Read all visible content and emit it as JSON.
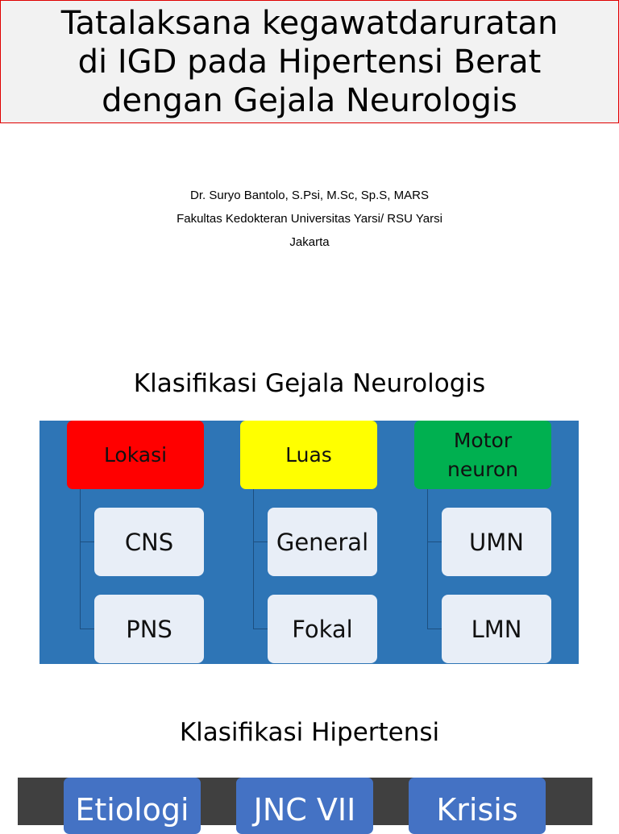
{
  "title": {
    "line1": "Tatalaksana kegawatdaruratan",
    "line2": "di IGD pada Hipertensi Berat",
    "line3": "dengan Gejala Neurologis"
  },
  "author": {
    "name": "Dr. Suryo Bantolo, S.Psi, M.Sc, Sp.S, MARS",
    "affiliation": "Fakultas Kedokteran Universitas Yarsi/ RSU Yarsi",
    "city": "Jakarta"
  },
  "neuro": {
    "heading": "Klasifikasi Gejala Neurologis",
    "columns": [
      {
        "label": "Lokasi",
        "color": "#ff0000",
        "children": [
          "CNS",
          "PNS"
        ]
      },
      {
        "label": "Luas",
        "color": "#ffff00",
        "children": [
          "General",
          "Fokal"
        ]
      },
      {
        "label_line1": "Motor",
        "label_line2": "neuron",
        "color": "#00b050",
        "children": [
          "UMN",
          "LMN"
        ]
      }
    ],
    "background_color": "#2e75b6"
  },
  "hipertensi": {
    "heading": "Klasifikasi Hipertensi",
    "items": [
      "Etiologi",
      "JNC VII",
      "Krisis"
    ],
    "item_color": "#4472c4"
  }
}
